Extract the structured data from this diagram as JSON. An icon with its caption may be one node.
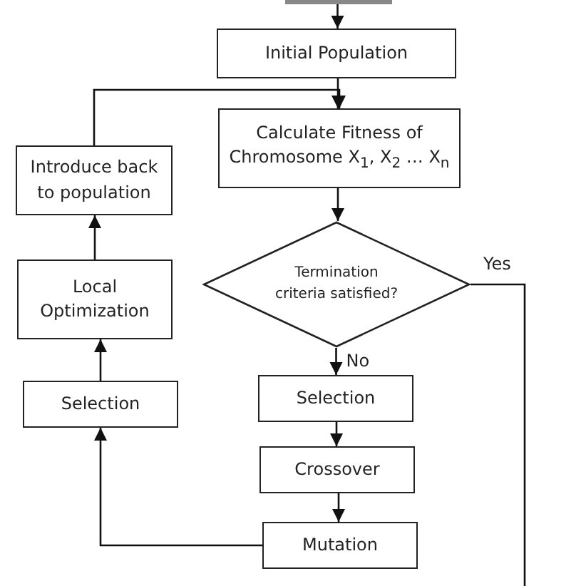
{
  "diagram": {
    "nodes": [
      {
        "text": [],
        "shape": "box"
      },
      {
        "text": [
          "Initial Population"
        ]
      },
      {
        "text": [
          "Calculate Fitness of Chromosome X$_{1}$, X$_{2}$ … X$_{n}$"
        ]
      },
      {
        "text": [
          "Termination criteria satisfied?"
        ]
      },
      {
        "text": [
          "Selection"
        ]
      },
      {
        "text": [
          "Crossover"
        ]
      },
      {
        "text": [
          "Mutation"
        ]
      },
      {
        "text": [
          "Selection"
        ]
      },
      {
        "text": [
          "Local Optimization"
        ]
      },
      {
        "text": [
          "Introduce back to population"
        ]
      }
    ],
    "edges": [
      {
        "from": 0,
        "to": 1,
        "arrow": "to"
      },
      {
        "from": 1,
        "to": 2,
        "arrow": "to"
      },
      {
        "from": 2,
        "to": 3,
        "arrow": "to"
      },
      {
        "from": 3,
        "to": 4,
        "arrow": "to",
        "label": "No"
      },
      {
        "from": 4,
        "to": 5,
        "arrow": "to"
      },
      {
        "from": 5,
        "to": 6,
        "arrow": "to"
      },
      {
        "from": 6,
        "to": 7,
        "arrow": "to"
      },
      {
        "from": 7,
        "to": 8,
        "arrow": "to"
      },
      {
        "from": 8,
        "to": 9,
        "arrow": "to"
      },
      {
        "from": 9,
        "to": 2,
        "arrow": "to"
      },
      {
        "from": 3,
        "to": null,
        "arrow": "none",
        "label": "Yes"
      }
    ]
  }
}
